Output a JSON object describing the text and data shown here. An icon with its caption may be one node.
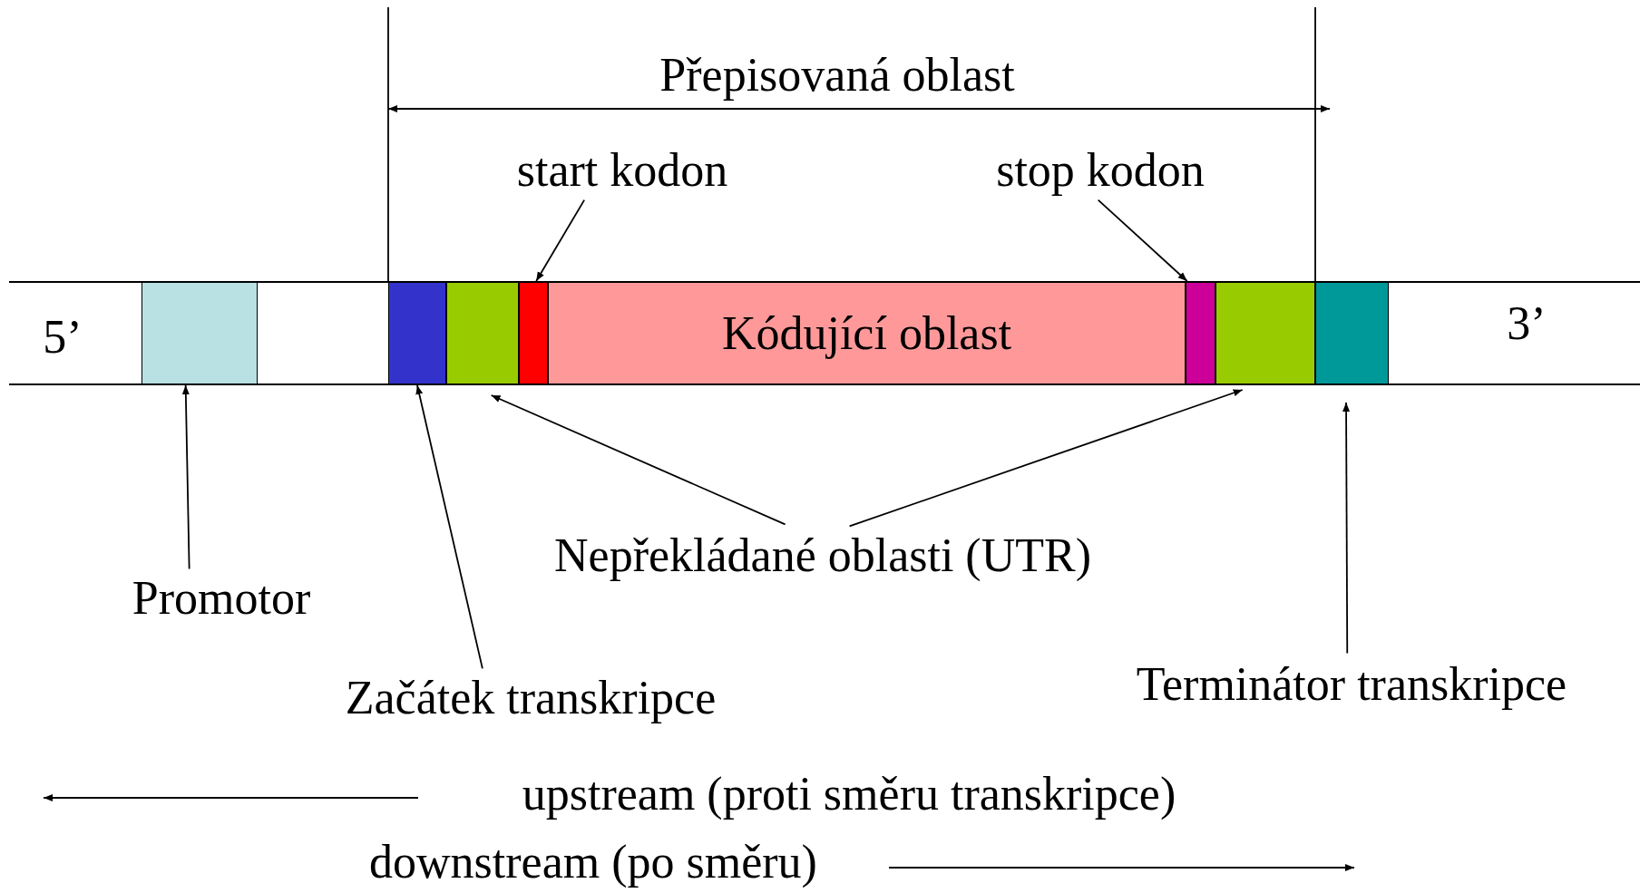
{
  "diagram": {
    "nodes": [
      {
        "text": [
          "start kodon"
        ]
      },
      {
        "text": [
          "stop kodon"
        ]
      },
      {
        "text": [],
        "shape": "box"
      },
      {
        "text": [],
        "shape": "box"
      },
      {
        "text": [],
        "shape": "box"
      },
      {
        "text": [],
        "shape": "box"
      },
      {
        "text": [
          "Kódující oblast"
        ]
      },
      {
        "text": [],
        "shape": "box"
      },
      {
        "text": [],
        "shape": "box"
      },
      {
        "text": [],
        "shape": "box"
      },
      {
        "text": [
          "Promotor"
        ]
      },
      {
        "text": [
          "Nepřekládané oblasti (UTR)"
        ]
      },
      {
        "text": [
          "Začátek transkripce"
        ]
      },
      {
        "text": [
          "Terminátor transkripce"
        ]
      }
    ],
    "edges": [
      {
        "from": 0,
        "to": 5,
        "arrow": "to"
      },
      {
        "from": 1,
        "to": 7,
        "arrow": "to"
      },
      {
        "from": 10,
        "to": 2,
        "arrow": "to"
      },
      {
        "from": 11,
        "to": 4,
        "arrow": "to"
      },
      {
        "from": 11,
        "to": 8,
        "arrow": "to"
      },
      {
        "from": 12,
        "to": 3,
        "arrow": "to"
      },
      {
        "from": 13,
        "to": 9,
        "arrow": "to"
      }
    ],
    "labels": [
      "Přepisovaná oblast",
      "5’",
      "3’",
      "upstream (proti směru transkripce)",
      "downstream (po směru)"
    ]
  }
}
